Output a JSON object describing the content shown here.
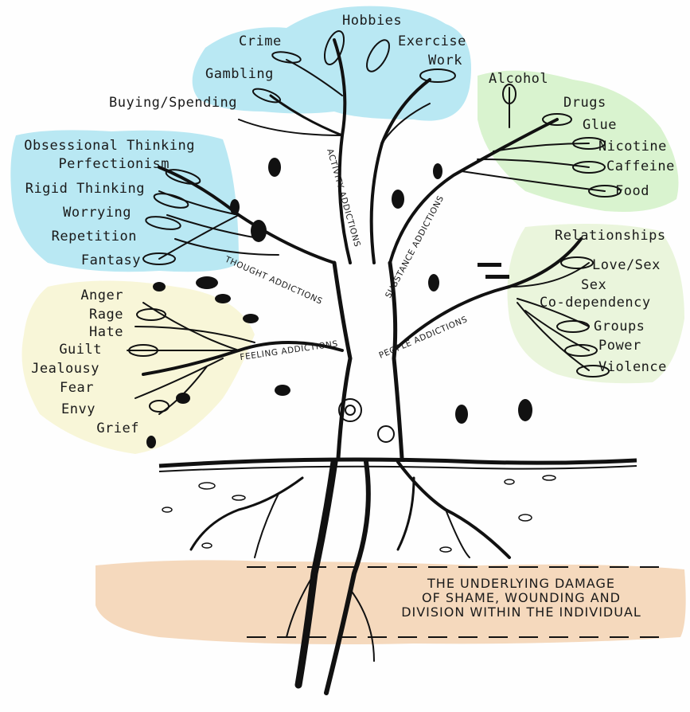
{
  "colors": {
    "blue_wash": "#b9e8f3",
    "green_wash": "#d9f3cf",
    "yellow_wash": "#f8f6d8",
    "peach_wash": "#f5d9bd",
    "ink": "#111111"
  },
  "activity": {
    "band": "ACTIVITY ADDICTIONS",
    "items": [
      "Hobbies",
      "Crime",
      "Exercise",
      "Work",
      "Gambling",
      "Buying/Spending"
    ]
  },
  "thought": {
    "band": "THOUGHT ADDICTIONS",
    "items": [
      "Obsessional Thinking",
      "Perfectionism",
      "Rigid Thinking",
      "Worrying",
      "Repetition",
      "Fantasy"
    ]
  },
  "substance": {
    "band": "SUBSTANCE ADDICTIONS",
    "items": [
      "Alcohol",
      "Drugs",
      "Glue",
      "Nicotine",
      "Caffeine",
      "Food"
    ]
  },
  "people": {
    "band": "PEOPLE ADDICTIONS",
    "items": [
      "Relationships",
      "Love/Sex",
      "Sex",
      "Co-dependency",
      "Groups",
      "Power",
      "Violence"
    ]
  },
  "feeling": {
    "band": "FEELING ADDICTIONS",
    "items": [
      "Anger",
      "Rage",
      "Hate",
      "Guilt",
      "Jealousy",
      "Fear",
      "Envy",
      "Grief"
    ]
  },
  "roots": {
    "line1": "THE UNDERLYING DAMAGE",
    "line2": "OF SHAME, WOUNDING AND",
    "line3": "DIVISION WITHIN THE INDIVIDUAL"
  }
}
